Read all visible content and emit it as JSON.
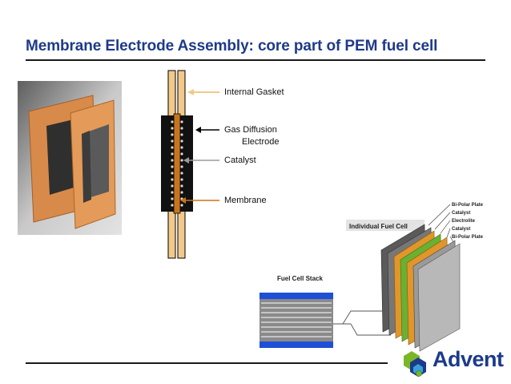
{
  "title": "Membrane Electrode Assembly: core part of PEM fuel cell",
  "mea_labels": {
    "internal_gasket": "Internal Gasket",
    "gdl_line1": "Gas Diffusion",
    "gdl_line2": "Electrode",
    "catalyst": "Catalyst",
    "membrane": "Membrane"
  },
  "stack_labels": {
    "individual_fuel_cell": "Individual Fuel Cell",
    "fuel_cell_stack": "Fuel Cell Stack",
    "layers": [
      "Bi-Polar Plate",
      "Catalyst",
      "Electrolite",
      "Catalyst",
      "Bi-Polar Plate"
    ]
  },
  "logo": {
    "text": "Advent"
  },
  "colors": {
    "title": "#1f3a8a",
    "gasket": "#f2c98a",
    "membrane": "#c8741e",
    "gas_diffusion": "#111111",
    "catalyst_arrow": "#9a9a9a",
    "stack_blue": "#1e4fd6",
    "logo_blue": "#1b3a8c",
    "logo_green": "#7ab628"
  }
}
